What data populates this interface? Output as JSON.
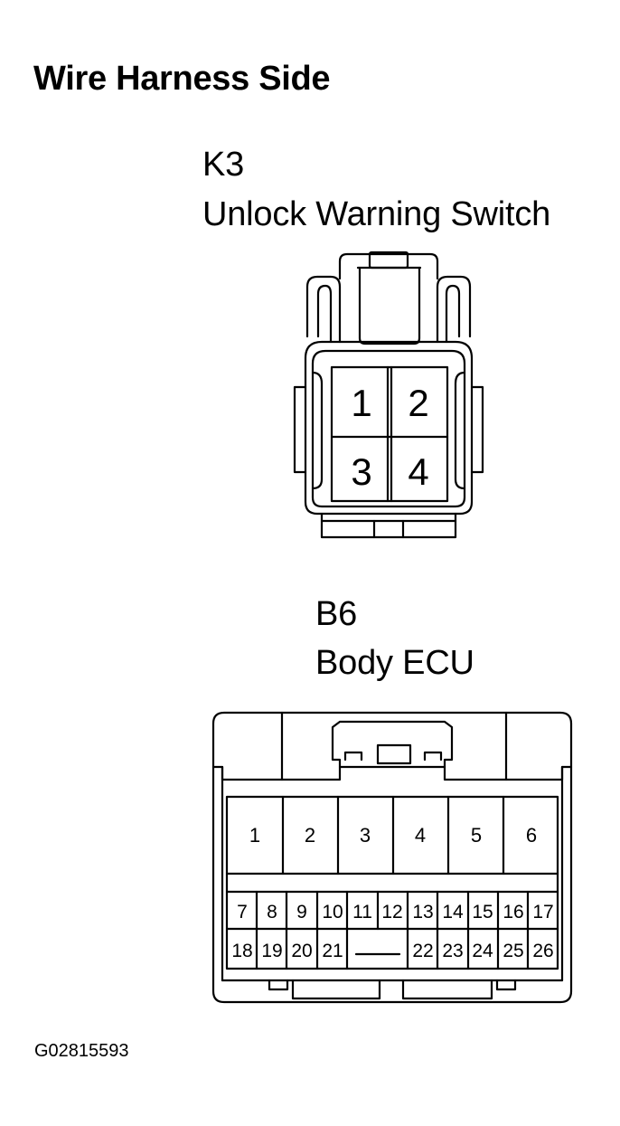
{
  "title": "Wire Harness Side",
  "connectors": [
    {
      "id": "K3",
      "name": "Unlock Warning Switch",
      "pins": [
        "1",
        "2",
        "3",
        "4"
      ]
    },
    {
      "id": "B6",
      "name": "Body ECU",
      "pins_large": [
        "1",
        "2",
        "3",
        "4",
        "5",
        "6"
      ],
      "pins_row1": [
        "7",
        "8",
        "9",
        "10",
        "11",
        "12",
        "13",
        "14",
        "15",
        "16",
        "17"
      ],
      "pins_row2": [
        "18",
        "19",
        "20",
        "21",
        "22",
        "23",
        "24",
        "25",
        "26"
      ]
    }
  ],
  "figure_code": "G02815593"
}
